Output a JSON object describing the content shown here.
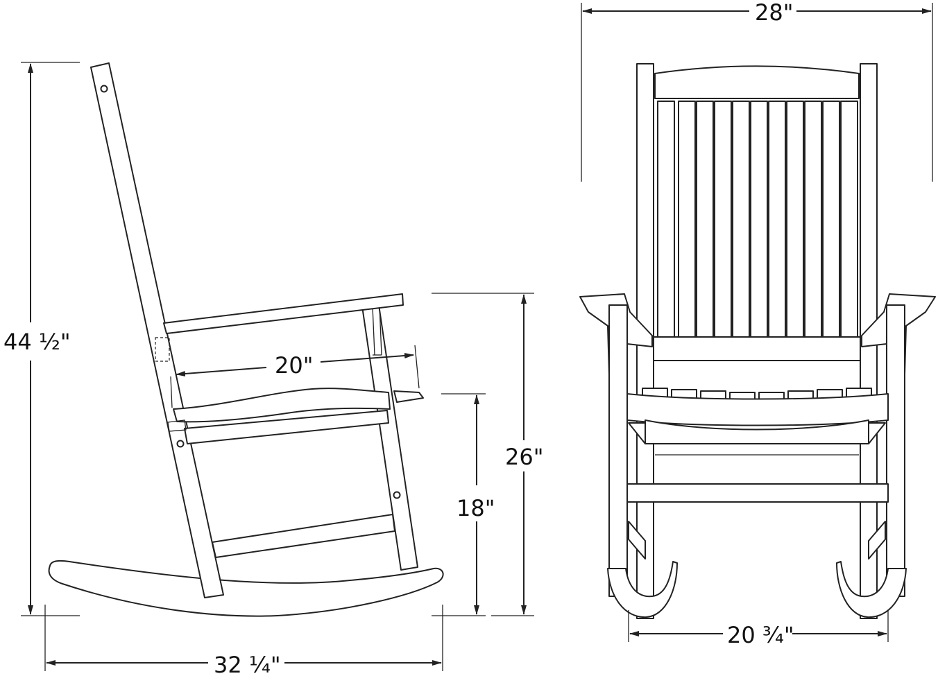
{
  "diagram": {
    "side_view": {
      "dim_height_total": "44 ½\"",
      "dim_depth": "32 ¼\"",
      "dim_seat_depth": "20\"",
      "dim_seat_height": "18\"",
      "dim_arm_height": "26\""
    },
    "front_view": {
      "dim_width_total": "28\"",
      "dim_seat_width": "20 ¾\""
    },
    "line_color": "#222222",
    "background_color": "#ffffff"
  }
}
